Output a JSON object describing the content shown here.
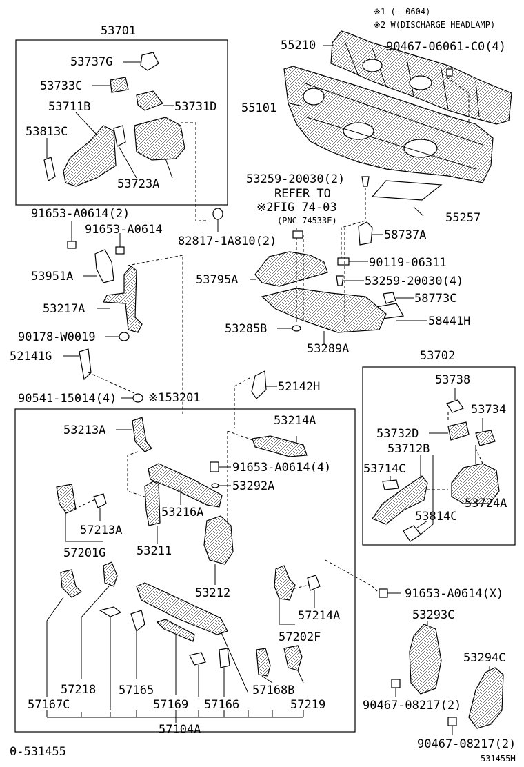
{
  "notes": {
    "note1": "※1 (    -0604)",
    "note2": "※2 W(DISCHARGE HEADLAMP)"
  },
  "reference": {
    "line1": "REFER TO",
    "line2": "※2FIG 74-03",
    "line3": "(PNC 74533E)"
  },
  "groups": {
    "left_top": "53701",
    "right_mid": "53702",
    "lower": "※153201",
    "bottom": "57104A"
  },
  "parts": {
    "p55210": "55210",
    "p55101": "55101",
    "p90467_06061": "90467-06061-C0(4)",
    "p53259_20030_a": "53259-20030(2)",
    "p55257": "55257",
    "p58737A": "58737A",
    "p90119_06311": "90119-06311",
    "p53795A": "53795A",
    "p53259_20030_b": "53259-20030(4)",
    "p58773C": "58773C",
    "p58441H": "58441H",
    "p53285B": "53285B",
    "p53289A": "53289A",
    "p53737G": "53737G",
    "p53733C": "53733C",
    "p53731D": "53731D",
    "p53711B": "53711B",
    "p53813C": "53813C",
    "p53723A": "53723A",
    "p91653_A0614_2": "91653-A0614(2)",
    "p91653_A0614": "91653-A0614",
    "p82817": "82817-1A810(2)",
    "p53951A": "53951A",
    "p53217A": "53217A",
    "p90178": "90178-W0019",
    "p52141G": "52141G",
    "p90541": "90541-15014(4)",
    "p52142H": "52142H",
    "p53213A": "53213A",
    "p53214A": "53214A",
    "p91653_A0614_4": "91653-A0614(4)",
    "p53292A": "53292A",
    "p53216A": "53216A",
    "p57213A": "57213A",
    "p57201G": "57201G",
    "p53211": "53211",
    "p53212": "53212",
    "p91653_A0614_X": "91653-A0614(X)",
    "p57214A": "57214A",
    "p57202F": "57202F",
    "p53293C": "53293C",
    "p53294C": "53294C",
    "p90467_08217_a": "90467-08217(2)",
    "p90467_08217_b": "90467-08217(2)",
    "p57218": "57218",
    "p57165": "57165",
    "p57169": "57169",
    "p57166": "57166",
    "p57168B": "57168B",
    "p57219": "57219",
    "p57167C": "57167C",
    "p53738": "53738",
    "p53734": "53734",
    "p53732D": "53732D",
    "p53712B": "53712B",
    "p53714C": "53714C",
    "p53724A": "53724A",
    "p53814C": "53814C"
  },
  "footer": {
    "left": "0-531455",
    "right": "531455M"
  }
}
